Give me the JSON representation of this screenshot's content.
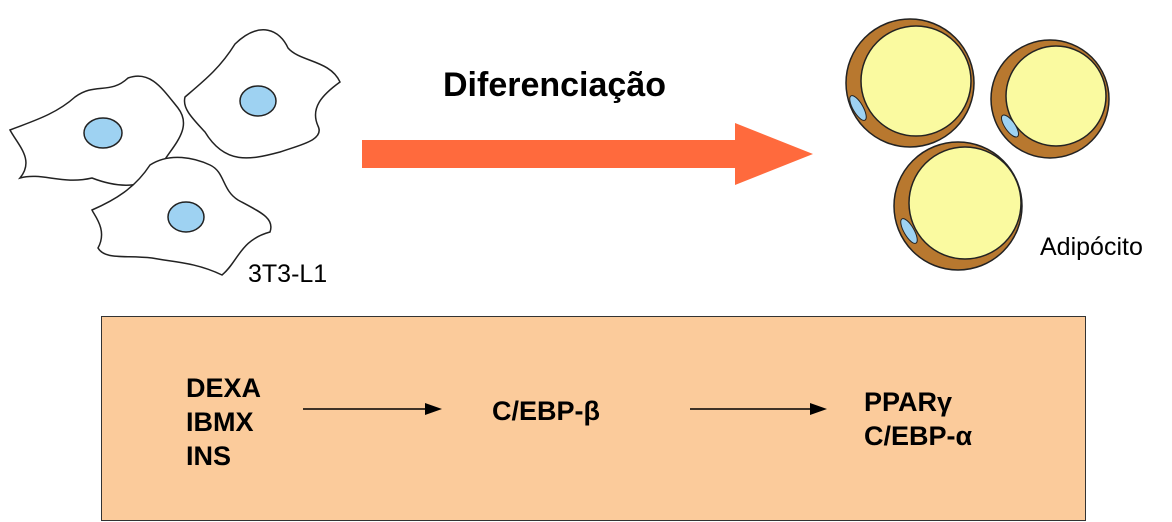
{
  "title": "Diferenciação",
  "left_label": "3T3-L1",
  "right_label": "Adipócito",
  "colors": {
    "big_arrow": "#ff6a3d",
    "cell_fill": "#ffffff",
    "nucleus": "#9ed2f2",
    "adipocyte_outer": "#b8782f",
    "adipocyte_inner": "#fafaa0",
    "panel": "#fbcb9b"
  },
  "pathway": {
    "inducers": [
      "DEXA",
      "IBMX",
      "INS"
    ],
    "middle": "C/EBP-β",
    "targets": [
      "PPARγ",
      "C/EBP-α"
    ]
  }
}
